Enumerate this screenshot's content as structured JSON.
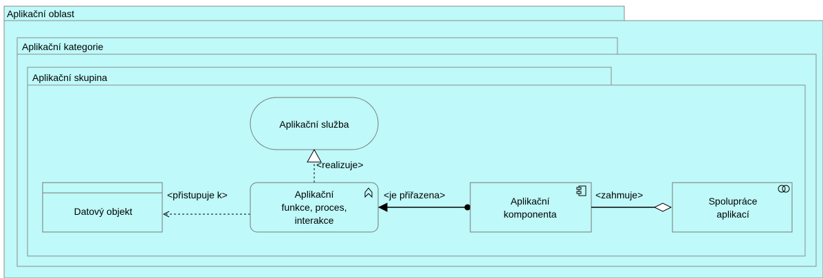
{
  "containers": {
    "oblast": "Aplikační oblast",
    "kategorie": "Aplikační kategorie",
    "skupina": "Aplikační skupina"
  },
  "nodes": {
    "sluzba": "Aplikační služba",
    "datovy_objekt": "Datový objekt",
    "funkce": [
      "Aplikační",
      "funkce, proces,",
      "interakce"
    ],
    "komponenta": [
      "Aplikační",
      "komponenta"
    ],
    "spoluprace": [
      "Spolupráce",
      "aplikací"
    ]
  },
  "relations": {
    "realizuje": "<realizuje>",
    "pristupuje": "<přistupuje k>",
    "prirazena": "<je přiřazena>",
    "zahrnuje": "<zahmuje>"
  },
  "colors": {
    "fill": "#bff9f9",
    "border": "#8a8a8a"
  }
}
